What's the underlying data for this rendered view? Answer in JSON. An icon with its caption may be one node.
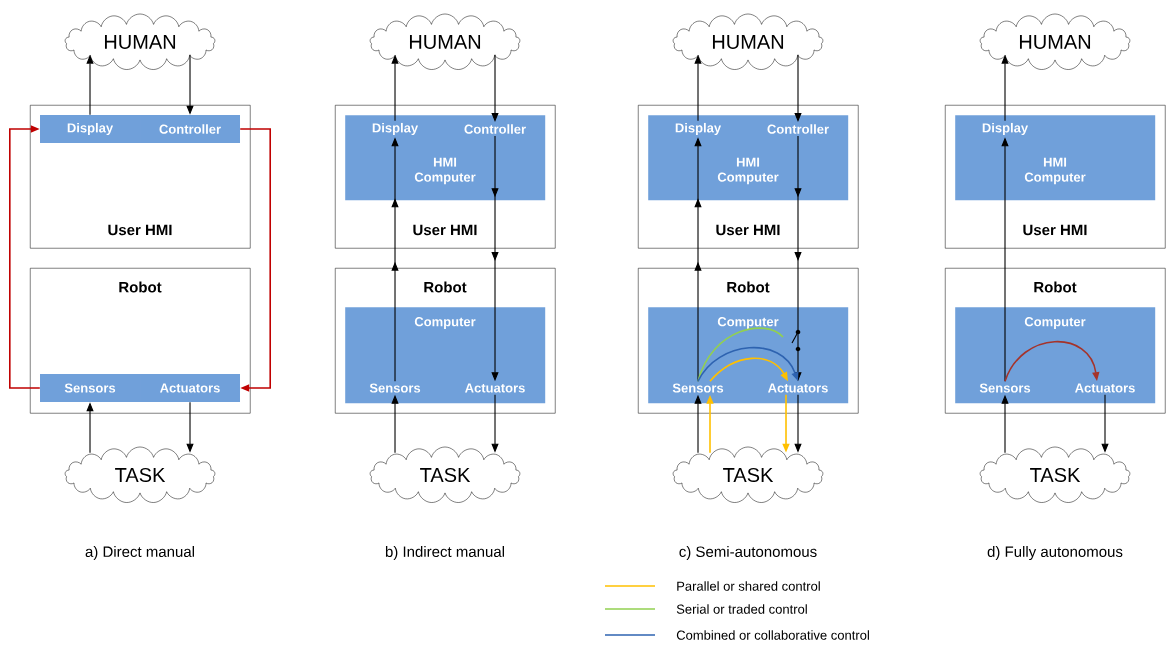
{
  "diagram": {
    "nodes": [
      {
        "text": [
          "HUMAN"
        ]
      },
      {
        "text": [
          "User HMI"
        ]
      },
      {
        "text": [
          "Display"
        ],
        "in": 1
      },
      {
        "text": [
          "Controller"
        ],
        "in": 1
      },
      {
        "text": [
          "Robot"
        ]
      },
      {
        "text": [
          "Sensors"
        ],
        "in": 4
      },
      {
        "text": [
          "Actuators"
        ],
        "in": 4
      },
      {
        "text": [
          "TASK"
        ]
      },
      {
        "text": [
          "HUMAN"
        ]
      },
      {
        "text": [
          "User HMI"
        ]
      },
      {
        "text": [
          "HMI Computer"
        ],
        "in": 9
      },
      {
        "text": [
          "Display"
        ],
        "in": 10
      },
      {
        "text": [
          "Controller"
        ],
        "in": 10
      },
      {
        "text": [
          "Robot"
        ]
      },
      {
        "text": [
          "Computer"
        ],
        "in": 13
      },
      {
        "text": [
          "Sensors"
        ],
        "in": 14
      },
      {
        "text": [
          "Actuators"
        ],
        "in": 14
      },
      {
        "text": [
          "TASK"
        ]
      },
      {
        "text": [
          "HUMAN"
        ]
      },
      {
        "text": [
          "User HMI"
        ]
      },
      {
        "text": [
          "HMI Computer"
        ],
        "in": 19
      },
      {
        "text": [
          "Display"
        ],
        "in": 20
      },
      {
        "text": [
          "Controller"
        ],
        "in": 20
      },
      {
        "text": [
          "Robot"
        ]
      },
      {
        "text": [
          "Computer"
        ],
        "in": 23
      },
      {
        "text": [
          "Sensors"
        ],
        "in": 24
      },
      {
        "text": [
          "Actuators"
        ],
        "in": 24
      },
      {
        "text": [
          "TASK"
        ]
      },
      {
        "text": [
          "HUMAN"
        ]
      },
      {
        "text": [
          "User HMI"
        ]
      },
      {
        "text": [
          "HMI Computer"
        ],
        "in": 29
      },
      {
        "text": [
          "Display"
        ],
        "in": 30
      },
      {
        "text": [
          "Robot"
        ]
      },
      {
        "text": [
          "Computer"
        ],
        "in": 32
      },
      {
        "text": [
          "Sensors"
        ],
        "in": 33
      },
      {
        "text": [
          "Actuators"
        ],
        "in": 33
      },
      {
        "text": [
          "TASK"
        ]
      }
    ],
    "edges": [
      {
        "from": 2,
        "to": 0,
        "arrow": "to"
      },
      {
        "from": 0,
        "to": 3,
        "arrow": "to"
      },
      {
        "from": 3,
        "to": 6,
        "arrow": "to",
        "color": "#c00000"
      },
      {
        "from": 5,
        "to": 2,
        "arrow": "to",
        "color": "#c00000"
      },
      {
        "from": 7,
        "to": 5,
        "arrow": "to"
      },
      {
        "from": 6,
        "to": 7,
        "arrow": "to"
      },
      {
        "from": 11,
        "to": 8,
        "arrow": "to"
      },
      {
        "from": 8,
        "to": 12,
        "arrow": "to"
      },
      {
        "from": 12,
        "to": 16,
        "arrow": "to"
      },
      {
        "from": 15,
        "to": 11,
        "arrow": "to"
      },
      {
        "from": 17,
        "to": 15,
        "arrow": "to"
      },
      {
        "from": 16,
        "to": 17,
        "arrow": "to"
      },
      {
        "from": 21,
        "to": 18,
        "arrow": "to"
      },
      {
        "from": 18,
        "to": 22,
        "arrow": "to"
      },
      {
        "from": 22,
        "to": 26,
        "arrow": "to"
      },
      {
        "from": 25,
        "to": 21,
        "arrow": "to"
      },
      {
        "from": 27,
        "to": 25,
        "arrow": "to"
      },
      {
        "from": 26,
        "to": 27,
        "arrow": "to"
      },
      {
        "from": 27,
        "to": 25,
        "arrow": "to",
        "color": "#ffc000"
      },
      {
        "from": 26,
        "to": 27,
        "arrow": "to",
        "color": "#ffc000"
      },
      {
        "from": 25,
        "to": 26,
        "arrow": "to",
        "color": "#ffc000"
      },
      {
        "from": 25,
        "to": null,
        "arrow": "none",
        "color": "#92d050"
      },
      {
        "from": 25,
        "to": 26,
        "arrow": "to",
        "color": "#2e63b0"
      },
      {
        "from": 31,
        "to": 28,
        "arrow": "to"
      },
      {
        "from": 34,
        "to": 31,
        "arrow": "to"
      },
      {
        "from": 36,
        "to": 34,
        "arrow": "to"
      },
      {
        "from": 35,
        "to": 36,
        "arrow": "to"
      },
      {
        "from": 34,
        "to": 35,
        "arrow": "to",
        "color": "#a5332a"
      }
    ],
    "labels": [
      "a) Direct manual",
      "b) Indirect manual",
      "c) Semi-autonomous",
      "d) Fully autonomous"
    ],
    "legend": [
      {
        "text": "Parallel or shared control"
      },
      {
        "text": "Serial or traded control"
      },
      {
        "text": "Combined or collaborative control"
      }
    ]
  }
}
